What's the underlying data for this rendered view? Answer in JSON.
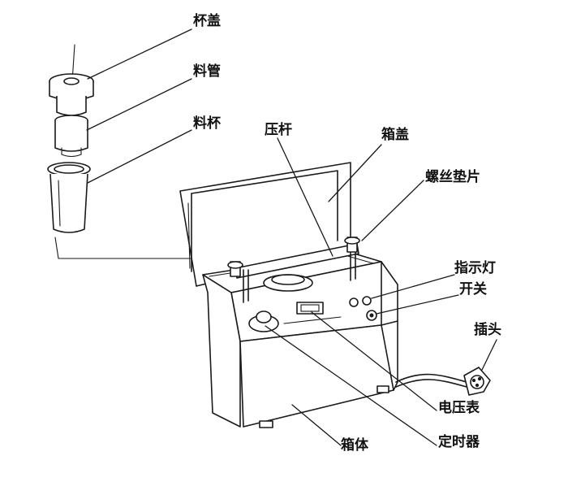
{
  "labels": {
    "cup_lid": "杯盖",
    "material_tube": "料管",
    "material_cup": "料杯",
    "press_rod": "压杆",
    "box_lid": "箱盖",
    "screw_washer": "螺丝垫片",
    "indicator_light": "指示灯",
    "switch": "开关",
    "plug": "插头",
    "voltmeter": "电压表",
    "box_body": "箱体",
    "timer": "定时器"
  }
}
